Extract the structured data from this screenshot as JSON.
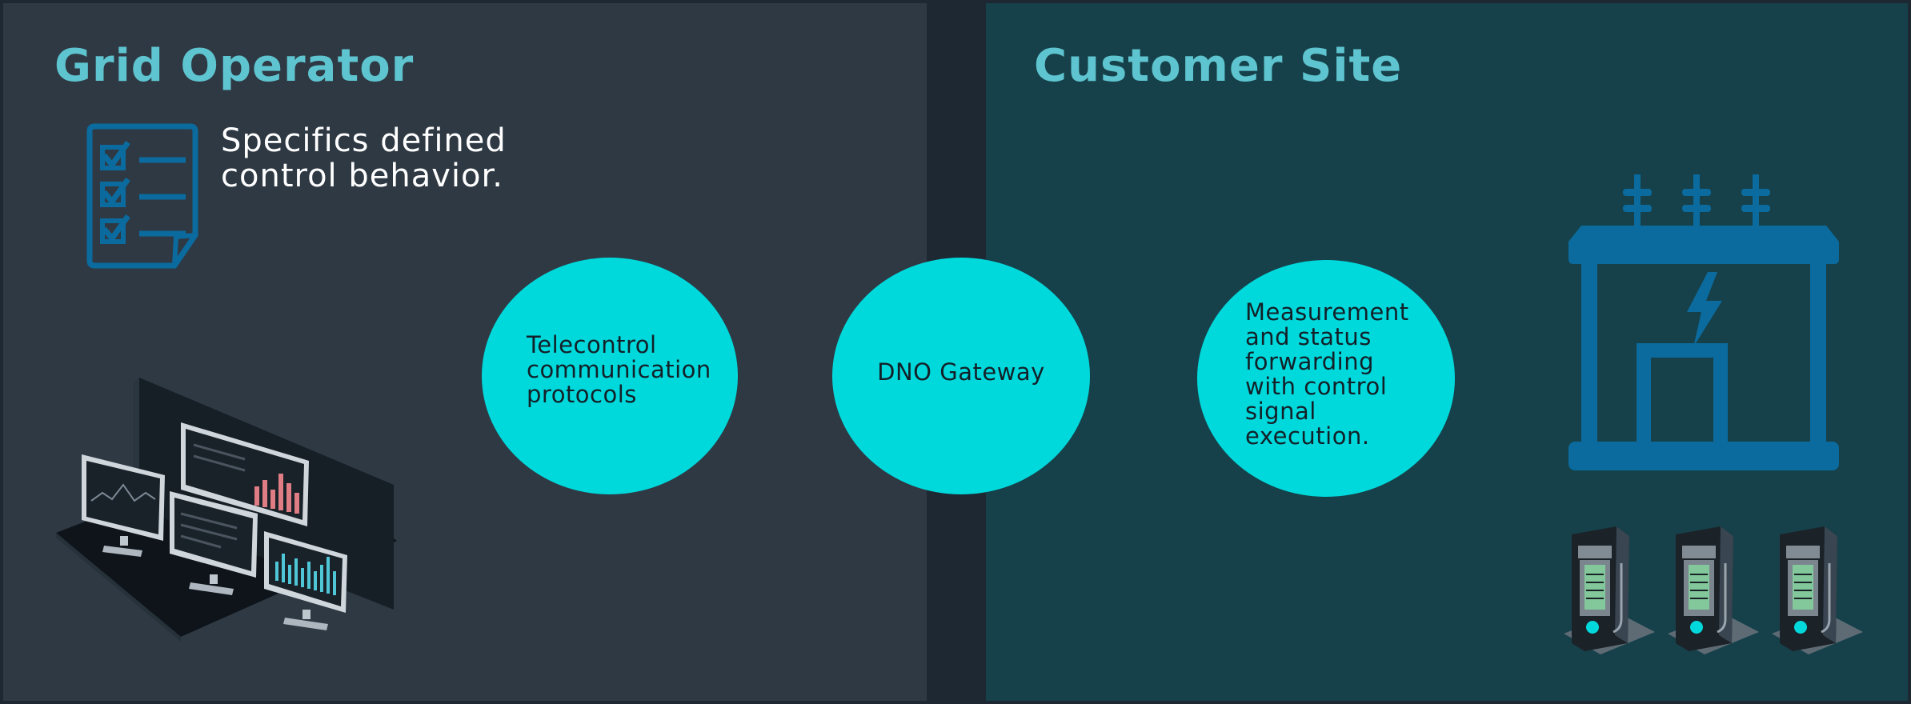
{
  "grid_operator": {
    "title": "Grid Operator",
    "spec_lines": [
      "Specifics defined",
      "control behavior."
    ],
    "icons": [
      "checklist-icon",
      "monitor-wall-icon"
    ]
  },
  "customer_site": {
    "title": "Customer Site",
    "icons": [
      "transformer-icon",
      "ev-charger-icon"
    ]
  },
  "circles": {
    "telecontrol": [
      "Telecontrol",
      "communication",
      "protocols"
    ],
    "gateway": [
      "DNO Gateway"
    ],
    "measurement": [
      "Measurement",
      "and status",
      "forwarding",
      "with control",
      "signal",
      "execution."
    ]
  },
  "colors": {
    "background": "#1d2833",
    "left_panel": "#2e3944",
    "right_panel": "#16414a",
    "title_accent": "#5ec4cf",
    "circle_fill": "#00d9dc",
    "icon_blue": "#0b6b9e"
  }
}
